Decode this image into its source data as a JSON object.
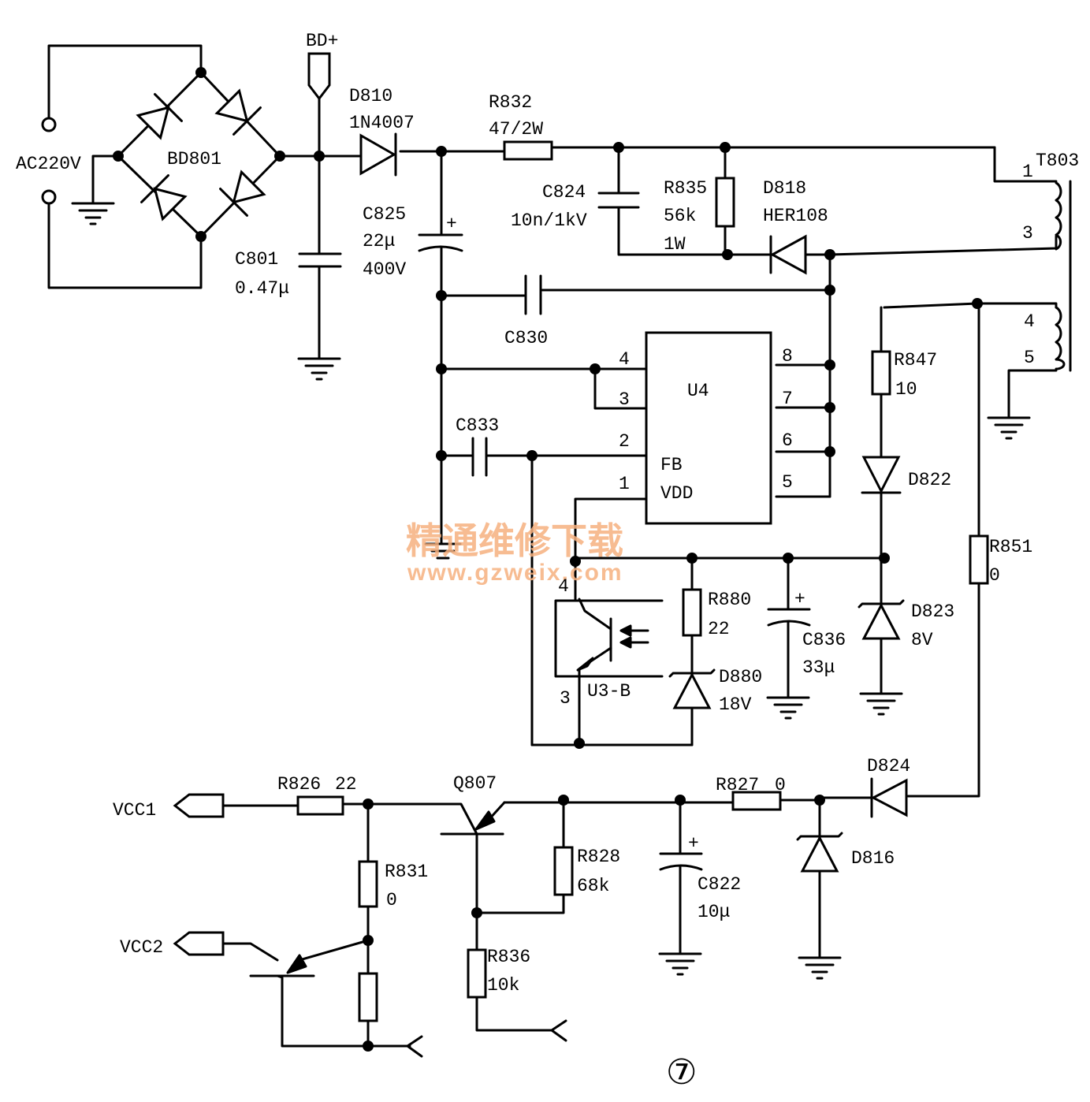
{
  "labels": {
    "ac220v": "AC220V",
    "bd801": "BD801",
    "bdplus": "BD+",
    "c801": "C801",
    "c801_val": "0.47μ",
    "d810": "D810",
    "d810_val": "1N4007",
    "c825": "C825",
    "c825_val1": "22μ",
    "c825_val2": "400V",
    "r832": "R832",
    "r832_val": "47/2W",
    "c824": "C824",
    "c824_val": "10n/1kV",
    "r835": "R835",
    "r835_val1": "56k",
    "r835_val2": "1W",
    "d818": "D818",
    "d818_val": "HER108",
    "t803": "T803",
    "pin1": "1",
    "pin3": "3",
    "pin4": "4",
    "pin5": "5",
    "c830": "C830",
    "r847": "R847",
    "r847_val": "10",
    "u4": "U4",
    "u4_p4": "4",
    "u4_p3": "3",
    "u4_p2": "2",
    "u4_p1": "1",
    "u4_p8": "8",
    "u4_p7": "7",
    "u4_p6": "6",
    "u4_p5": "5",
    "u4_fb": "FB",
    "u4_vdd": "VDD",
    "c833": "C833",
    "d822": "D822",
    "r851": "R851",
    "r851_val": "0",
    "u3_p4": "4",
    "u3_p3": "3",
    "u3b": "U3-B",
    "r880": "R880",
    "r880_val": "22",
    "d880": "D880",
    "d880_val": "18V",
    "c836": "C836",
    "c836_val": "33μ",
    "d823": "D823",
    "d823_val": "8V",
    "vcc1": "VCC1",
    "vcc2": "VCC2",
    "r826": "R826",
    "r826_val": "22",
    "q807": "Q807",
    "r827": "R827",
    "r827_val": "0",
    "d824": "D824",
    "r831": "R831",
    "r831_val": "0",
    "r828": "R828",
    "r828_val": "68k",
    "c822": "C822",
    "c822_val": "10μ",
    "d816": "D816",
    "r836": "R836",
    "r836_val": "10k",
    "plus": "+",
    "figure_number": "⑦"
  },
  "watermark": {
    "line1": "精通维修下载",
    "line2": "www.gzweix.com"
  },
  "colors": {
    "line": "#000000",
    "watermark": "#f6b17f"
  }
}
